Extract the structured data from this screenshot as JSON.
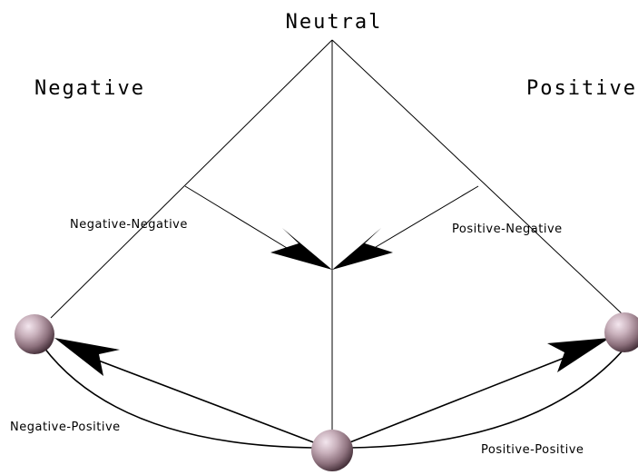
{
  "labels": {
    "neutral": "Neutral",
    "negative": "Negative",
    "positive": "Positive"
  },
  "transitions": {
    "negative_negative": "Negative-Negative",
    "positive_negative": "Positive-Negative",
    "negative_positive": "Negative-Positive",
    "positive_positive": "Positive-Positive"
  },
  "colors": {
    "line": "#000000",
    "sphere_highlight": "#f3e6ee",
    "sphere_mid": "#a88d98",
    "sphere_shadow": "#3e2a33"
  }
}
